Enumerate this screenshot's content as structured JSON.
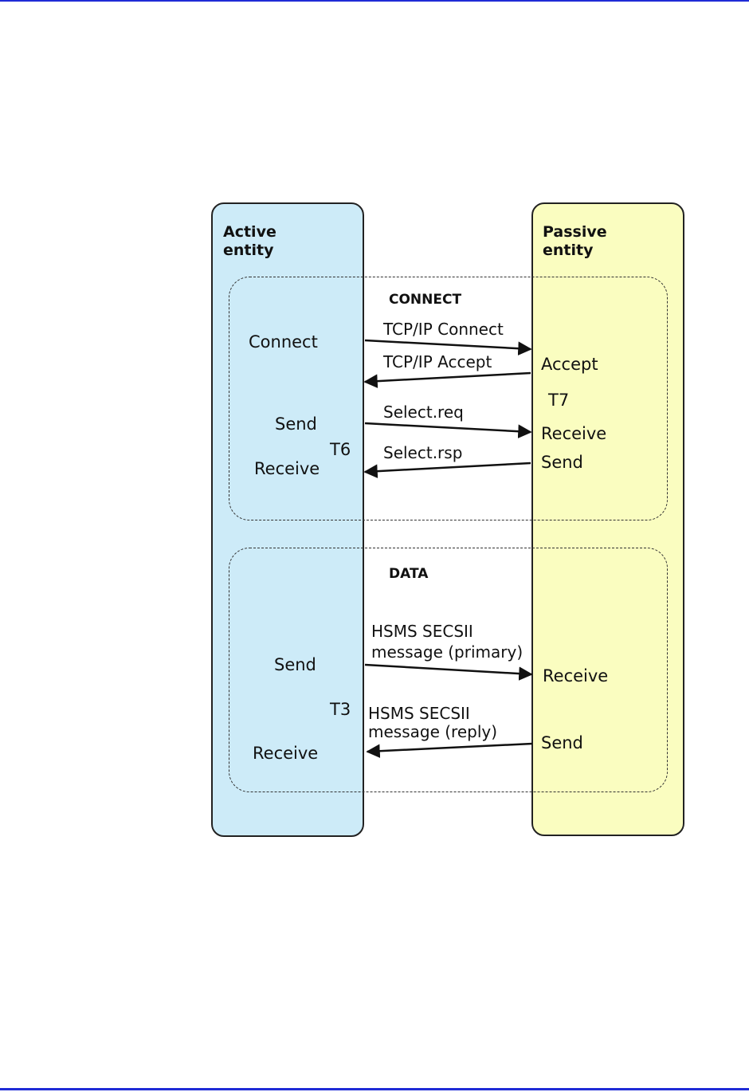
{
  "active_lane": {
    "title": "Active\nentity"
  },
  "passive_lane": {
    "title": "Passive\nentity"
  },
  "connect_group": {
    "title": "CONNECT",
    "active_steps": {
      "connect": "Connect",
      "send": "Send",
      "receive": "Receive",
      "timer": "T6"
    },
    "passive_steps": {
      "accept": "Accept",
      "timer": "T7",
      "receive": "Receive",
      "send": "Send"
    },
    "messages": {
      "tcp_connect": "TCP/IP Connect",
      "tcp_accept": "TCP/IP Accept",
      "select_req": "Select.req",
      "select_rsp": "Select.rsp"
    }
  },
  "data_group": {
    "title": "DATA",
    "active_steps": {
      "send": "Send",
      "receive": "Receive",
      "timer": "T3"
    },
    "passive_steps": {
      "receive": "Receive",
      "send": "Send"
    },
    "messages": {
      "primary_line1": "HSMS SECSII",
      "primary_line2": "message (primary)",
      "reply_line1": "HSMS SECSII",
      "reply_line2": "message (reply)"
    }
  }
}
